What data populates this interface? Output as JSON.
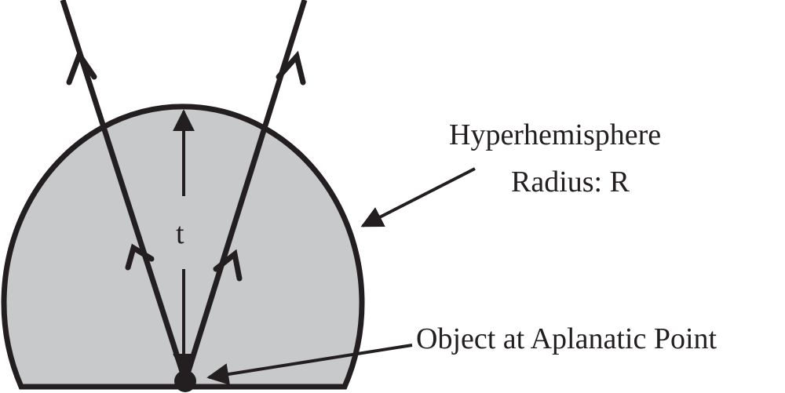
{
  "labels": {
    "hyperhemisphere": "Hyperhemisphere",
    "radius": "Radius: R",
    "object": "Object at Aplanatic Point",
    "thickness": "t"
  },
  "colors": {
    "fill": "#c8c9cb",
    "stroke": "#231f20"
  }
}
